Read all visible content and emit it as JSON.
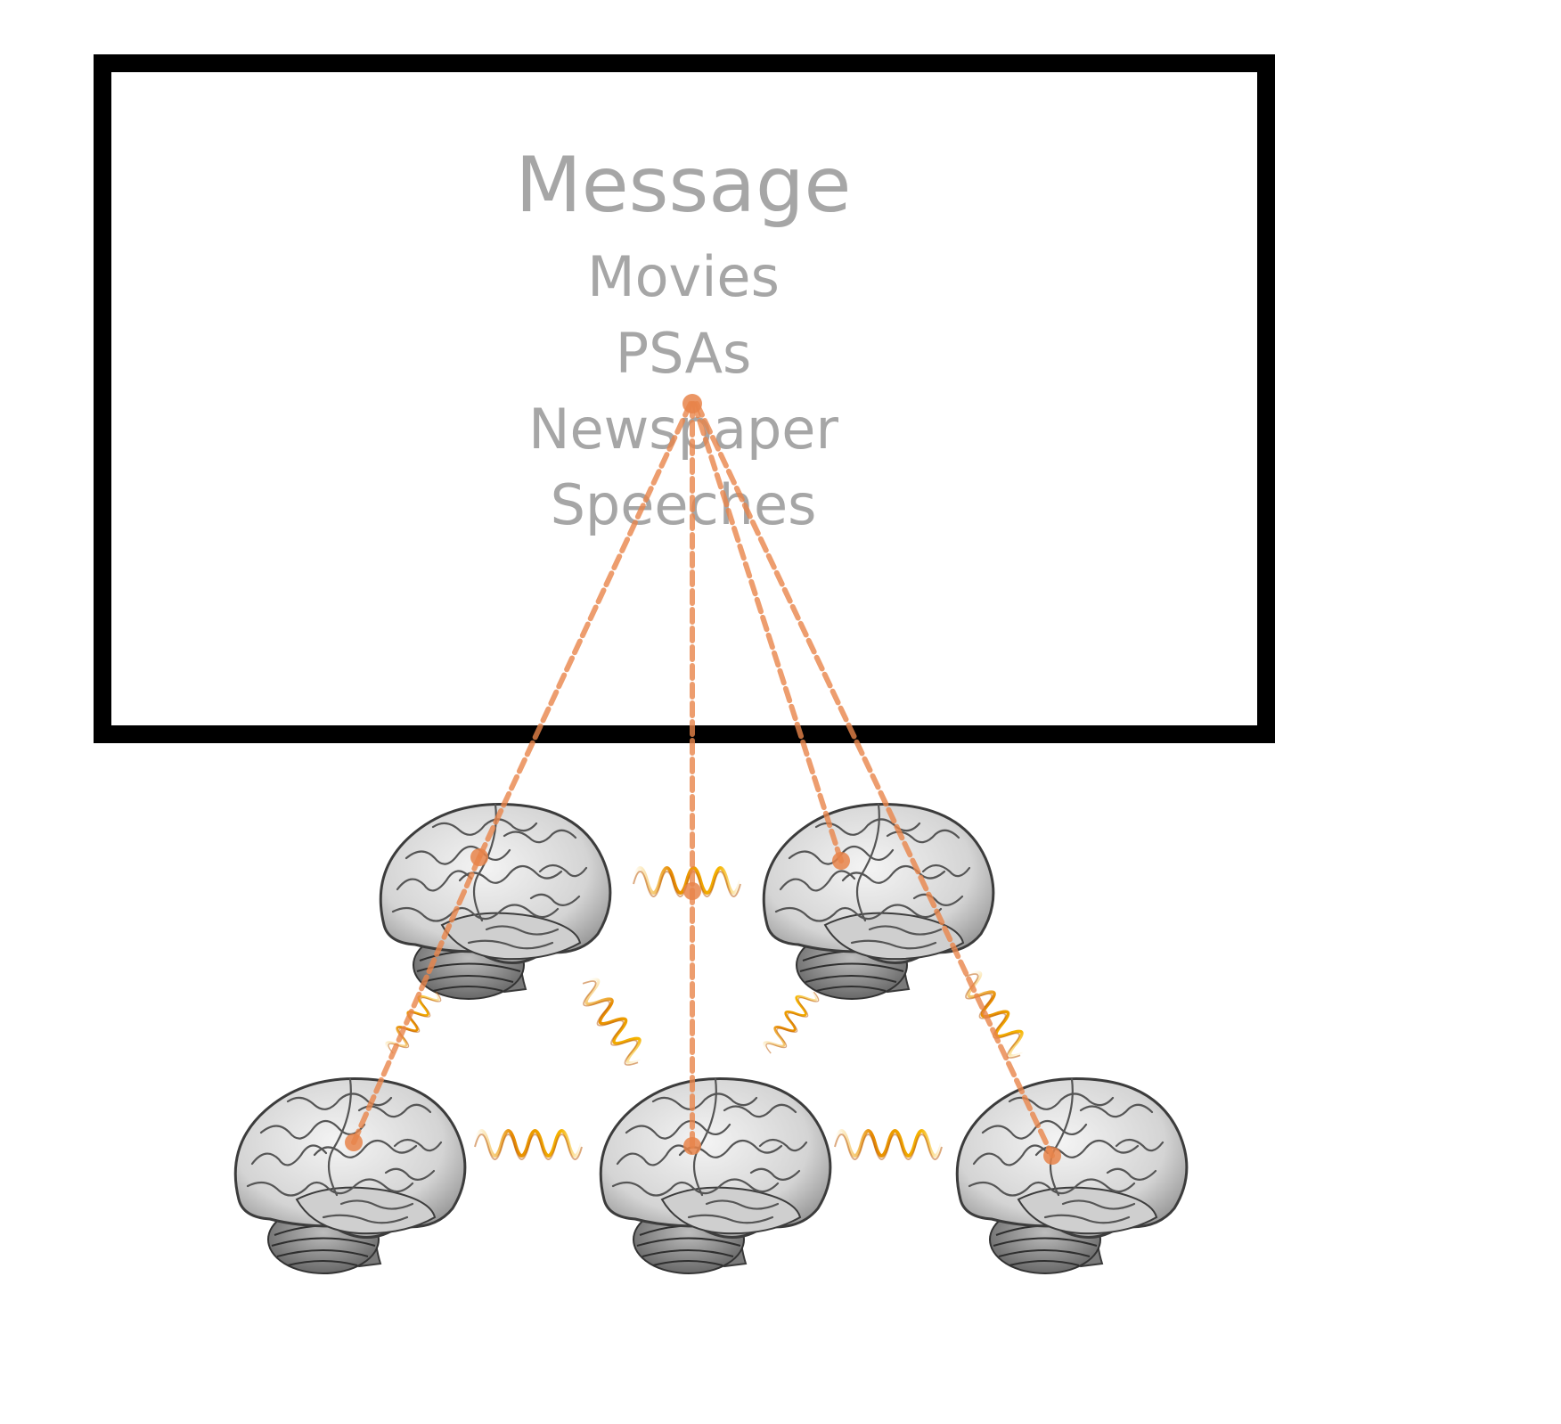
{
  "message": {
    "title": "Message",
    "items": [
      "Movies",
      "PSAs",
      "Newspaper",
      "Speeches"
    ]
  },
  "diagram": {
    "brain_count": 5,
    "colors": {
      "frame": "#000000",
      "text": "#a6a6a6",
      "link": "#e8844a",
      "wave_dark": "#c0651a",
      "wave_light": "#f5b400"
    }
  }
}
